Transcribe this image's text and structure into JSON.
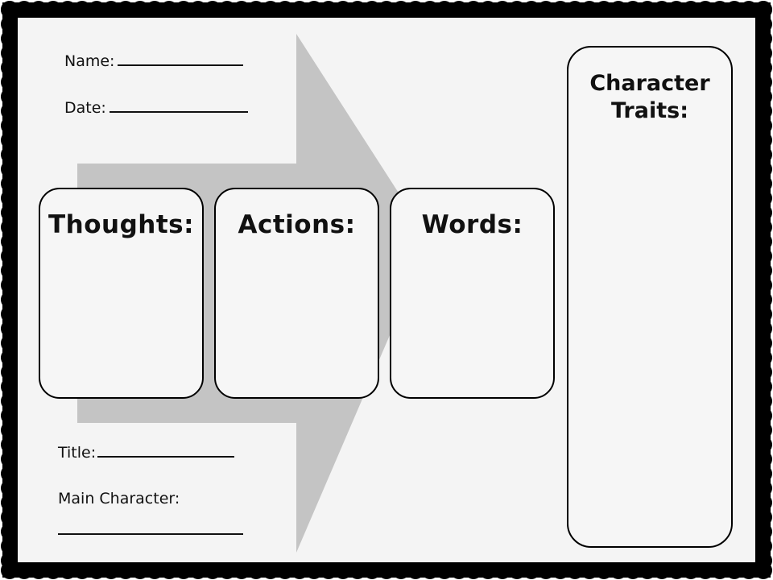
{
  "worksheet": {
    "name_label": "Name:",
    "date_label": "Date:",
    "title_label": "Title:",
    "main_character_label": "Main Character:",
    "boxes": [
      {
        "label": "Thoughts:"
      },
      {
        "label": "Actions:"
      },
      {
        "label": "Words:"
      }
    ],
    "traits": {
      "line1": "Character",
      "line2": "Traits:"
    }
  },
  "colors": {
    "border": "#000000",
    "sheet": "#f4f4f4",
    "arrow": "#c4c4c4",
    "box_fill": "#f6f6f6"
  }
}
